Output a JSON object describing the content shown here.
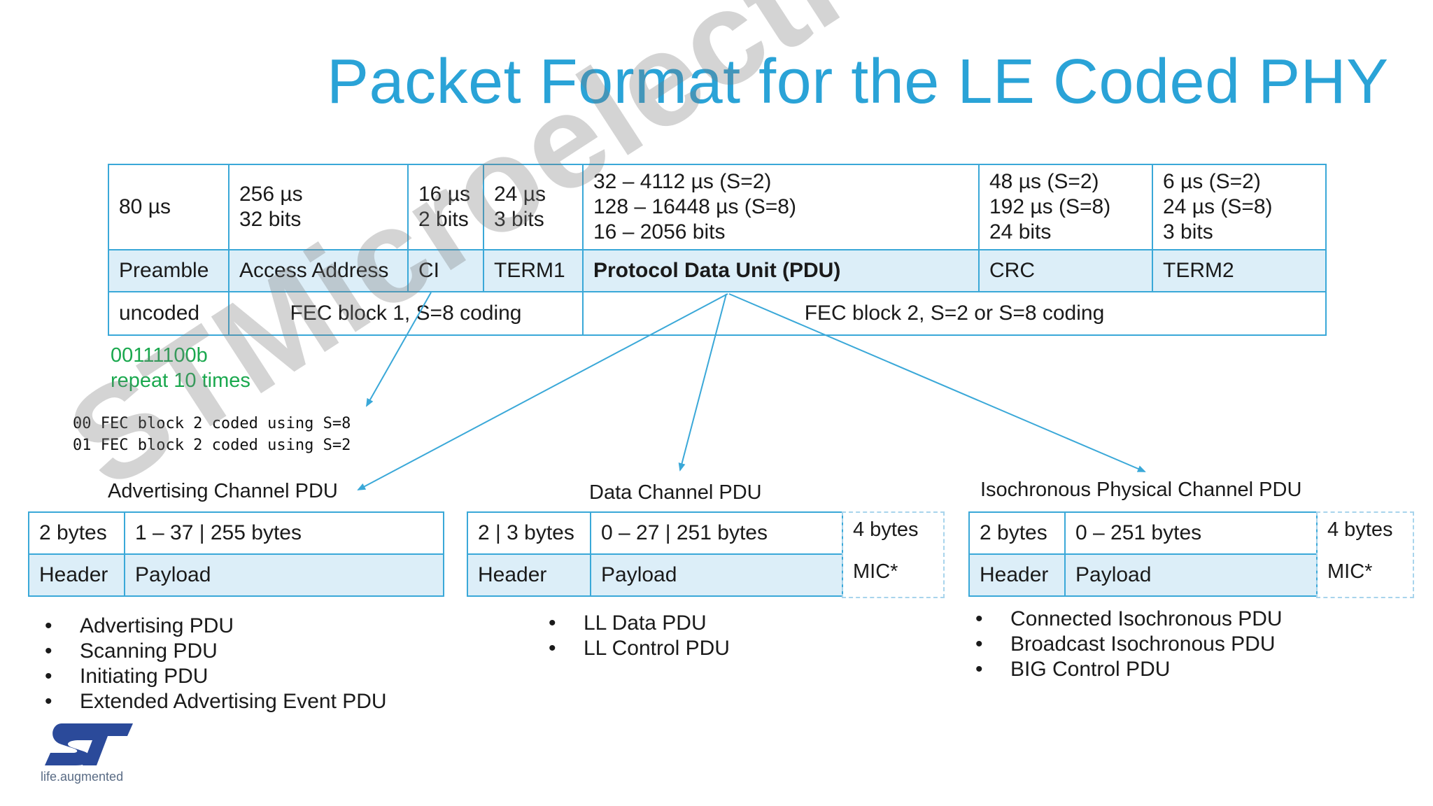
{
  "title": "Packet Format for the LE Coded PHY",
  "packet": {
    "row_timing": [
      "80 µs",
      "256 µs\n32 bits",
      "16 µs\n2 bits",
      "24 µs\n3 bits",
      "32 – 4112 µs (S=2)\n128 – 16448 µs (S=8)\n16 – 2056 bits",
      "48 µs (S=2)\n192 µs (S=8)\n24 bits",
      "6 µs (S=2)\n24 µs (S=8)\n3 bits"
    ],
    "row_fields": [
      "Preamble",
      "Access Address",
      "CI",
      "TERM1",
      "Protocol Data Unit (PDU)",
      "CRC",
      "TERM2"
    ],
    "row_coding": [
      "uncoded",
      "FEC block 1, S=8 coding",
      "FEC block 2, S=2 or S=8 coding"
    ]
  },
  "preamble_note": [
    "00111100b",
    "repeat 10 times"
  ],
  "ci_note": "00 FEC block 2 coded using S=8\n01 FEC block 2 coded using S=2",
  "pdus": [
    {
      "title": "Advertising Channel PDU",
      "sizes": [
        "2 bytes",
        "1 – 37 | 255 bytes"
      ],
      "fields": [
        "Header",
        "Payload"
      ],
      "items": [
        "Advertising PDU",
        "Scanning PDU",
        "Initiating PDU",
        "Extended Advertising Event PDU"
      ]
    },
    {
      "title": "Data Channel PDU",
      "sizes": [
        "2 | 3 bytes",
        "0 – 27 | 251 bytes"
      ],
      "fields": [
        "Header",
        "Payload"
      ],
      "mic": [
        "4 bytes",
        "MIC*"
      ],
      "items": [
        "LL Data PDU",
        "LL Control PDU"
      ]
    },
    {
      "title": "Isochronous Physical Channel PDU",
      "sizes": [
        "2 bytes",
        "0 – 251 bytes"
      ],
      "fields": [
        "Header",
        "Payload"
      ],
      "mic": [
        "4 bytes",
        "MIC*"
      ],
      "items": [
        "Connected Isochronous PDU",
        "Broadcast Isochronous PDU",
        "BIG Control PDU"
      ]
    }
  ],
  "watermark": "STMicroelectronics",
  "logo": {
    "text": "life.augmented",
    "color": "#2b4a9a"
  },
  "colors": {
    "title": "#2aa3d7",
    "border": "#3aa8d8",
    "highlight": "#dceef8",
    "green": "#1aa84e"
  }
}
